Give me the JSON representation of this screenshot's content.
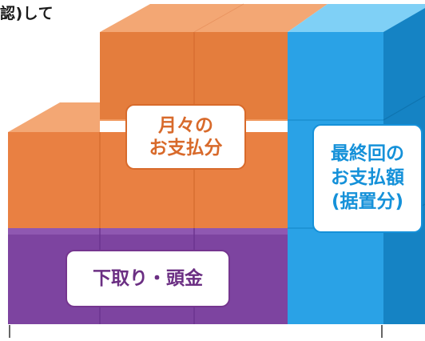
{
  "caption": {
    "text": "認)して",
    "highlight_color": "#d86a2b"
  },
  "segments": {
    "monthly": {
      "label": "月々の\nお支払分",
      "color": "#e98042"
    },
    "final": {
      "label": "最終回の\nお支払額\n(据置分)",
      "color": "#2aa2e6"
    },
    "trade_in": {
      "label": "下取り・頭金",
      "color": "#7d44a0"
    }
  }
}
